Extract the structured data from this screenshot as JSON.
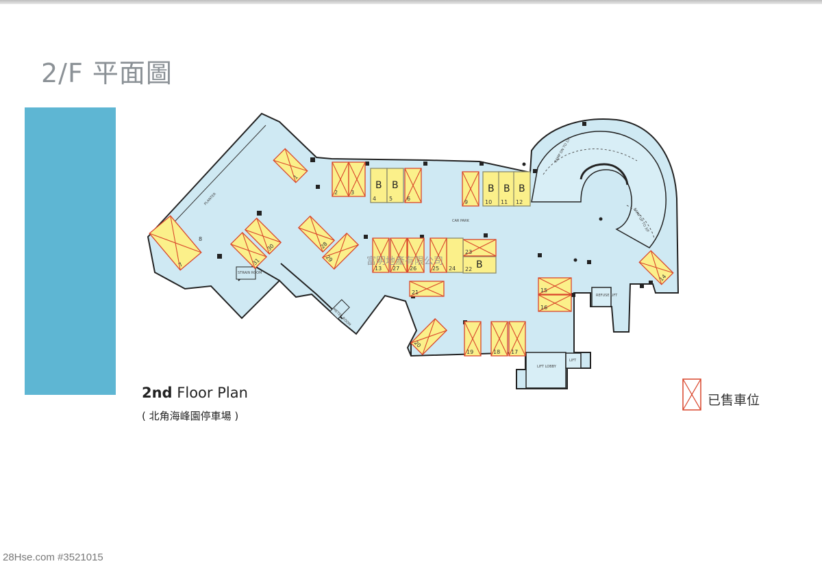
{
  "page": {
    "title": "2/F 平面圖",
    "plan_title_bold": "2nd",
    "plan_title_rest": "Floor Plan",
    "plan_subtitle": "( 北角海峰園停車場 )",
    "legend_label": "已售車位",
    "footer": "28Hse.com #3521015",
    "watermark": "富明地產有限公司"
  },
  "floor_labels": {
    "car_park": "CAR PARK",
    "planter": "PLANTER",
    "ramp_down": "RAMP DN TO 1/F",
    "ramp_up": "RAMP UP TO 3/F",
    "refuse_lift": "REFUSE LIFT",
    "lift_lobby": "LIFT LOBBY",
    "lift": "LIFT",
    "meter_room": "METER ROOM",
    "strain_room": "STRAIN ROOM"
  },
  "colors": {
    "floor": "#cfe9f3",
    "wall": "#222222",
    "space": "#fbf08a",
    "sold_mark": "#d9452b",
    "accent_bar": "#5eb6d3",
    "title_grey": "#8b9196"
  },
  "spaces": [
    {
      "num": "1",
      "sold": true
    },
    {
      "num": "2",
      "sold": true
    },
    {
      "num": "3",
      "sold": true
    },
    {
      "num": "4",
      "sold": false,
      "tag": "B"
    },
    {
      "num": "5",
      "sold": false,
      "tag": "B"
    },
    {
      "num": "6",
      "sold": true
    },
    {
      "num": "7",
      "sold": true
    },
    {
      "num": "8",
      "sold": true
    },
    {
      "num": "9",
      "sold": true
    },
    {
      "num": "10",
      "sold": false,
      "tag": "B"
    },
    {
      "num": "11",
      "sold": false,
      "tag": "B"
    },
    {
      "num": "12",
      "sold": false,
      "tag": "B"
    },
    {
      "num": "13",
      "sold": true
    },
    {
      "num": "14",
      "sold": true
    },
    {
      "num": "15",
      "sold": true
    },
    {
      "num": "16",
      "sold": true
    },
    {
      "num": "17",
      "sold": true
    },
    {
      "num": "18",
      "sold": true
    },
    {
      "num": "19",
      "sold": true
    },
    {
      "num": "20",
      "sold": true
    },
    {
      "num": "21",
      "sold": true
    },
    {
      "num": "22",
      "sold": false,
      "tag": "B"
    },
    {
      "num": "23",
      "sold": true
    },
    {
      "num": "24",
      "sold": false
    },
    {
      "num": "25",
      "sold": true
    },
    {
      "num": "26",
      "sold": true
    },
    {
      "num": "27",
      "sold": true
    },
    {
      "num": "28",
      "sold": true
    },
    {
      "num": "29",
      "sold": true
    },
    {
      "num": "30",
      "sold": true
    },
    {
      "num": "31",
      "sold": true
    }
  ]
}
